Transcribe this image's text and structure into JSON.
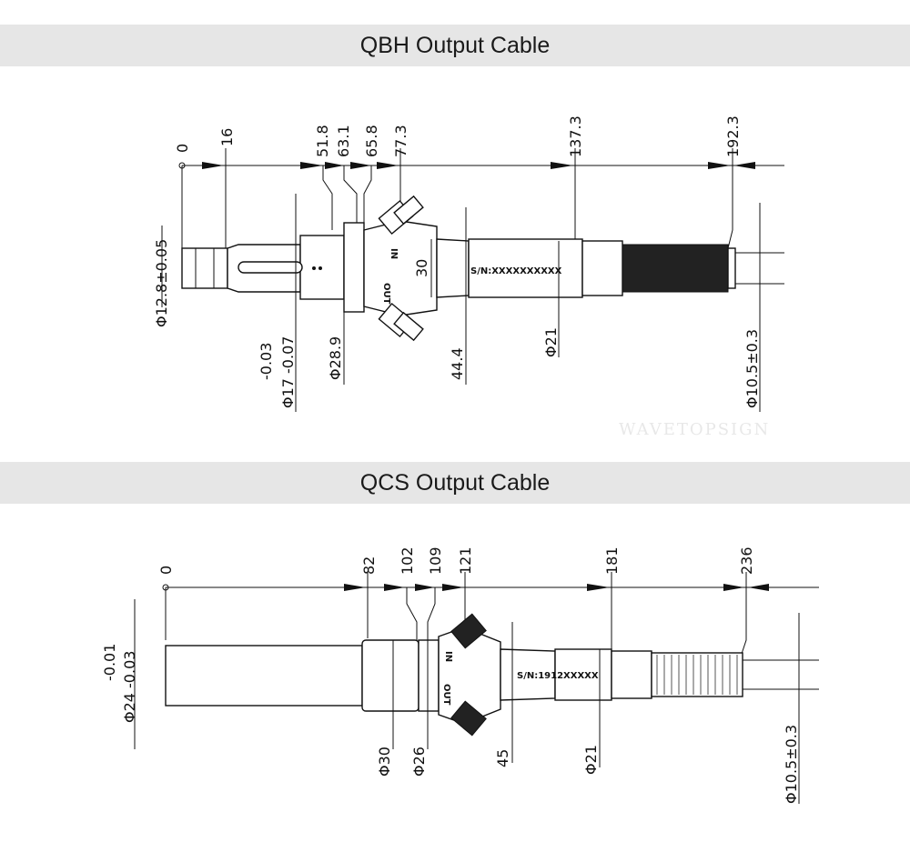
{
  "sections": {
    "qbh": {
      "title": "QBH Output Cable",
      "positions": [
        "0",
        "16",
        "51.8",
        "63.1",
        "65.8",
        "77.3",
        "137.3",
        "192.3"
      ],
      "diameters": {
        "d128": "Φ12.8±0.05",
        "d17_tol": "-0.03\n-0.07",
        "d17_upper": "-0.03",
        "d17_lower": "Φ17 -0.07",
        "d289": "Φ28.9",
        "h30": "30",
        "h444": "44.4",
        "d21": "Φ21",
        "d105": "Φ10.5±0.3"
      },
      "markings": {
        "serial": "S/N:XXXXXXXXXX",
        "out": "OUT",
        "in": "IN"
      },
      "watermark": "WAVETOPSIGN"
    },
    "qcs": {
      "title": "QCS Output Cable",
      "positions": [
        "0",
        "82",
        "102",
        "109",
        "121",
        "181",
        "236"
      ],
      "diameters": {
        "d24_upper": "-0.01",
        "d24_lower": "Φ24 -0.03",
        "d30": "Φ30",
        "d26": "Φ26",
        "h45": "45",
        "d21": "Φ21",
        "d105": "Φ10.5±0.3"
      },
      "markings": {
        "serial": "S/N:1912XXXXX",
        "out": "OUT",
        "in": "IN"
      }
    }
  }
}
